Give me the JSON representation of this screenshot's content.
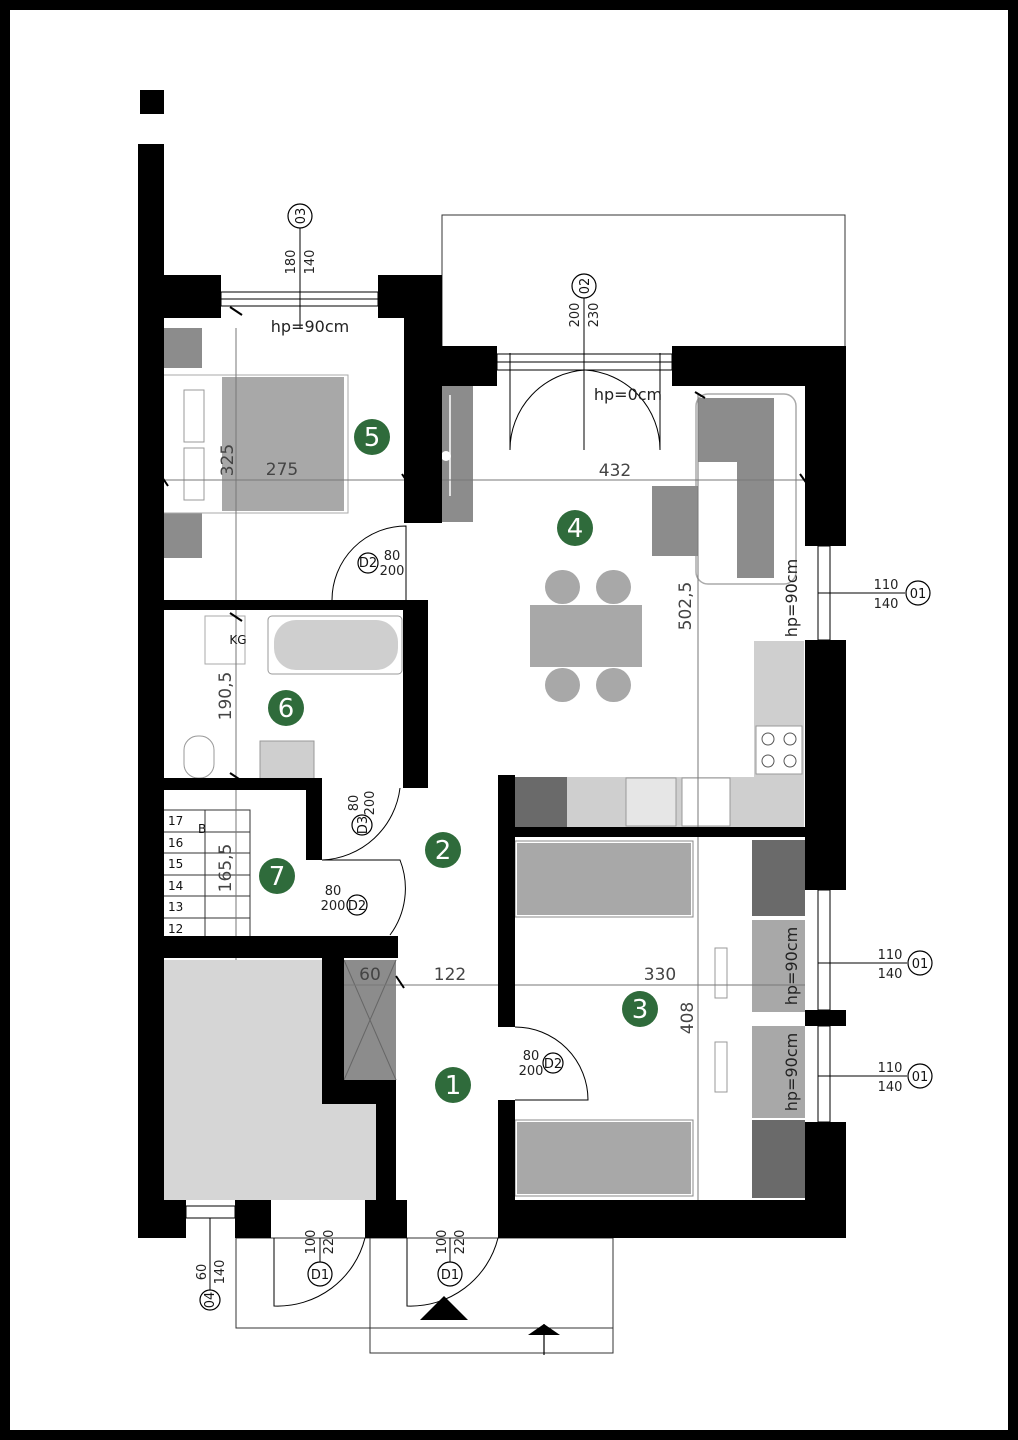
{
  "rooms": [
    {
      "number": "1"
    },
    {
      "number": "2"
    },
    {
      "number": "3"
    },
    {
      "number": "4"
    },
    {
      "number": "5"
    },
    {
      "number": "6"
    },
    {
      "number": "7"
    }
  ],
  "window_tags": {
    "w03": {
      "tag": "03",
      "width": "180",
      "height": "140",
      "sill": "hp=90cm"
    },
    "w02": {
      "tag": "02",
      "width": "200",
      "height": "230",
      "sill": "hp=0cm"
    },
    "w01_living": {
      "tag": "01",
      "width": "110",
      "height": "140",
      "sill": "hp=90cm"
    },
    "w01_room3a": {
      "tag": "01",
      "width": "110",
      "height": "140",
      "sill": "hp=90cm"
    },
    "w01_room3b": {
      "tag": "01",
      "width": "110",
      "height": "140",
      "sill": "hp=90cm"
    },
    "w04": {
      "tag": "04",
      "width": "60",
      "height": "140"
    }
  },
  "door_tags": {
    "d2_bedroom": {
      "tag": "D2",
      "width": "80",
      "height": "200"
    },
    "d3_bath": {
      "tag": "D3",
      "width": "80",
      "height": "200"
    },
    "d2_stair": {
      "tag": "D2",
      "width": "80",
      "height": "200"
    },
    "d2_room3": {
      "tag": "D2",
      "width": "80",
      "height": "200"
    },
    "d1_a": {
      "tag": "D1",
      "width": "100",
      "height": "220"
    },
    "d1_b": {
      "tag": "D1",
      "width": "100",
      "height": "220"
    }
  },
  "dimensions": {
    "room5_depth": "325",
    "room5_width": "275",
    "room4_width": "432",
    "room4_depth": "502,5",
    "room6_depth": "190,5",
    "room7_depth": "165,5",
    "hall_a": "60",
    "hall_b": "122",
    "room3_width": "330",
    "room3_depth": "408"
  },
  "labels": {
    "boiler": "KG",
    "stair_mark": "B"
  },
  "stairs": [
    "17",
    "16",
    "15",
    "14",
    "13",
    "12"
  ]
}
